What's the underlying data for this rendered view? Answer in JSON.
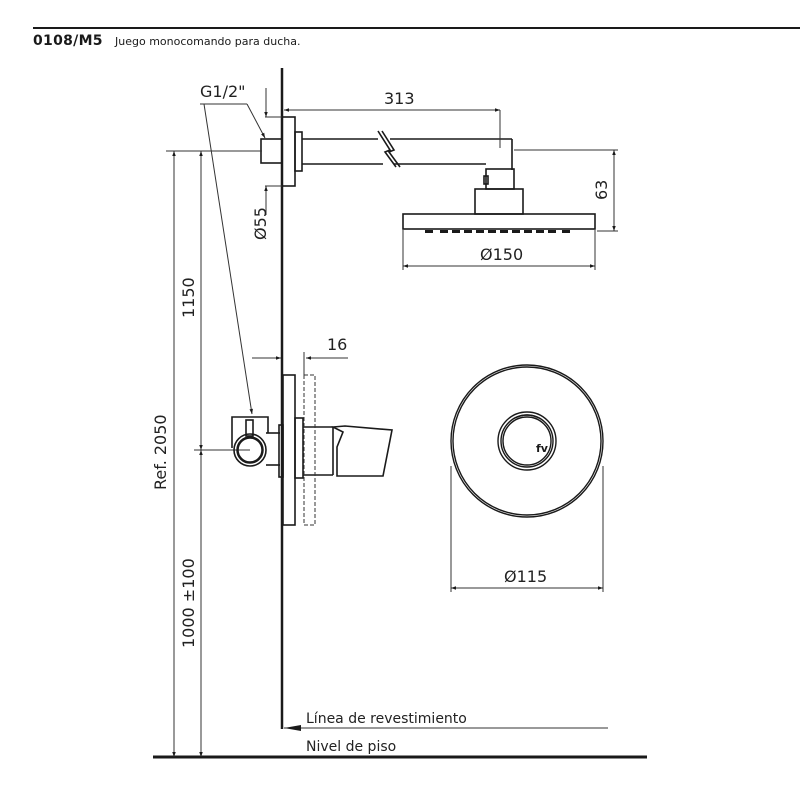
{
  "header": {
    "code": "0108/M5",
    "description": "Juego monocomando para ducha."
  },
  "dimensions": {
    "thread": "G1/2\"",
    "arm_length": "313",
    "head_height": "63",
    "flange_diameter": "Ø55",
    "head_diameter": "Ø150",
    "height_outlet": "1150",
    "ref_height": "Ref. 2050",
    "valve_height": "1000 ±100",
    "wall_offset": "16",
    "escutcheon_diameter": "Ø115"
  },
  "labels": {
    "cladding_line": "Línea de revestimiento",
    "floor_level": "Nivel de piso"
  },
  "colors": {
    "line": "#1a1a1a",
    "thin_line": "#333333",
    "background": "#ffffff"
  }
}
